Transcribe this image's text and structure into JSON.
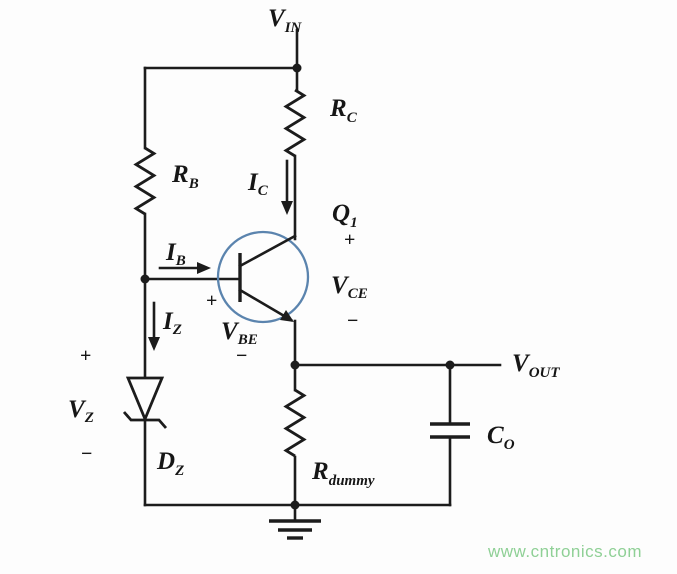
{
  "colors": {
    "wire": "#1c1c1c",
    "transistor_circle": "#5b84ae",
    "watermark": "#8fd096"
  },
  "labels": {
    "vin": {
      "main": "V",
      "sub": "IN"
    },
    "rb": {
      "main": "R",
      "sub": "B"
    },
    "rc": {
      "main": "R",
      "sub": "C"
    },
    "ic": {
      "main": "I",
      "sub": "C"
    },
    "ib": {
      "main": "I",
      "sub": "B"
    },
    "iz": {
      "main": "I",
      "sub": "Z"
    },
    "q1": {
      "main": "Q",
      "sub": "1"
    },
    "vce": {
      "main": "V",
      "sub": "CE"
    },
    "vbe": {
      "main": "V",
      "sub": "BE"
    },
    "vz": {
      "main": "V",
      "sub": "Z"
    },
    "dz": {
      "main": "D",
      "sub": "Z"
    },
    "rdummy": {
      "main": "R",
      "sub": "dummy"
    },
    "vout": {
      "main": "V",
      "sub": "OUT"
    },
    "co": {
      "main": "C",
      "sub": "O"
    }
  },
  "signs": {
    "plus": "+",
    "minus": "−"
  },
  "watermark": {
    "text": "www.cntronics.com"
  }
}
